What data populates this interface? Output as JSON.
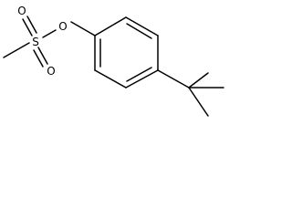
{
  "molecule": {
    "atoms": {
      "sulfur": "S",
      "oxygen_ester": "O",
      "oxygen_upper": "O",
      "oxygen_lower": "O"
    }
  },
  "colors": {
    "bond": "#000000",
    "label": "#000000",
    "background": "#ffffff"
  }
}
